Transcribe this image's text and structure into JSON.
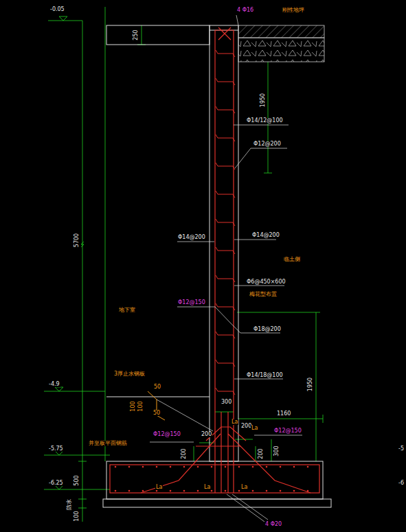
{
  "diagram": {
    "labels": [
      "-0.05",
      "250",
      "4 Φ16",
      "刚性地坪",
      "1950",
      "Φ14/12@100",
      "Φ12@200",
      "5700",
      "Φ14@200",
      "Φ14@200",
      "临土侧",
      "Φ6@450×600",
      "梅花型布置",
      "Φ12@150",
      "地下室",
      "Φ18@200",
      "3厚止水钢板",
      "Φ14/18@100",
      "1950",
      "-4.9",
      "50",
      "100",
      "100",
      "50",
      "300",
      "1160",
      "200",
      "Φ12@150",
      "Φ12@150",
      "La",
      "La",
      "200",
      "并至板平面钢筋",
      "-5.75",
      "200",
      "200",
      "300",
      "-5",
      "500",
      "-6.25",
      "-6",
      "La",
      "La",
      "La",
      "防水",
      "100",
      "4 Φ20"
    ]
  }
}
